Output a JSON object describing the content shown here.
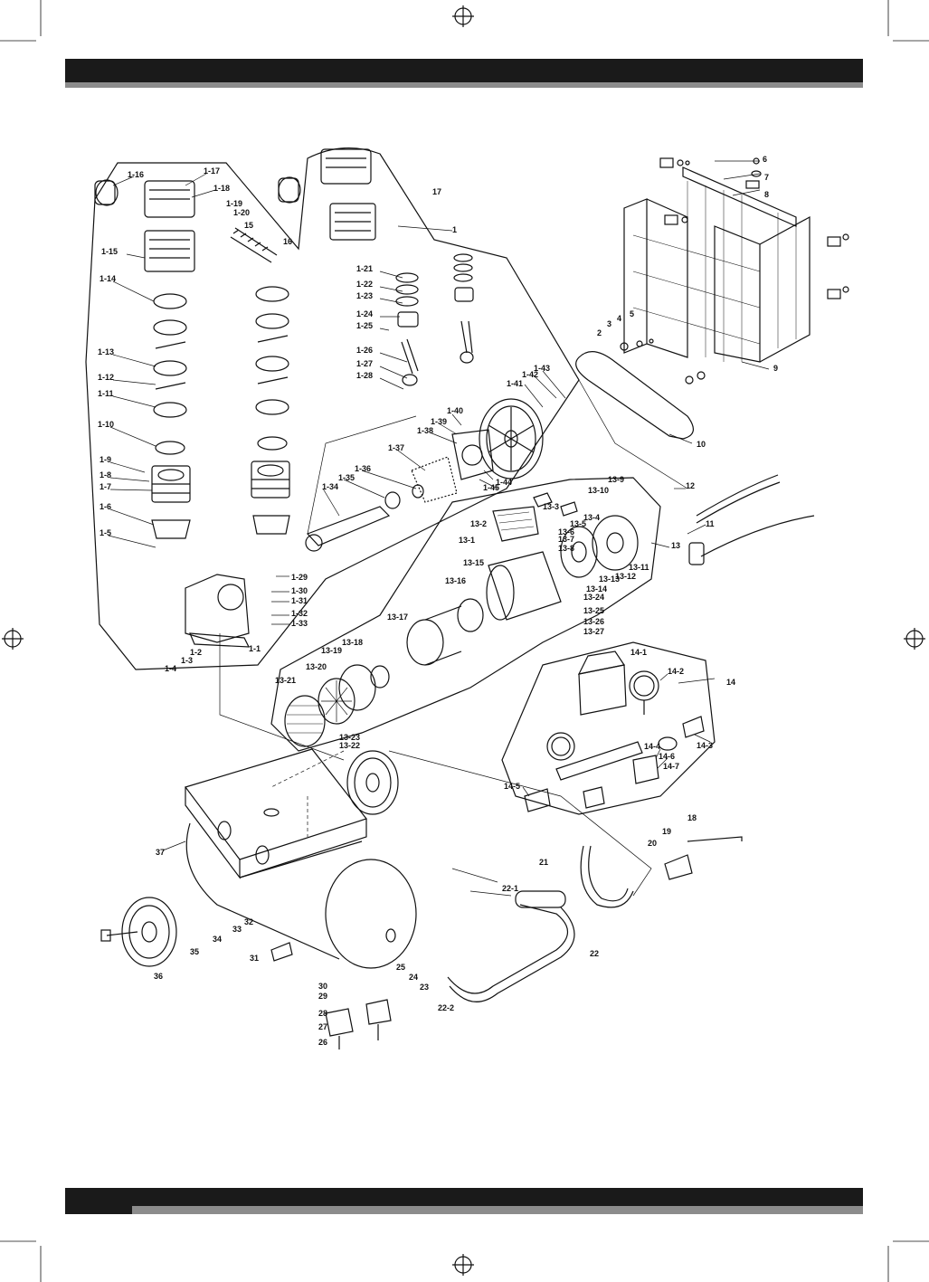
{
  "page": {
    "background": "#ffffff",
    "bar_color": "#1a1a1a",
    "bar_shadow_color": "#8c8c8c"
  },
  "callouts": [
    {
      "id": "c-1-16",
      "text": "1-16"
    },
    {
      "id": "c-1-17",
      "text": "1-17"
    },
    {
      "id": "c-1-18",
      "text": "1-18"
    },
    {
      "id": "c-1-19",
      "text": "1-19"
    },
    {
      "id": "c-1-20",
      "text": "1-20"
    },
    {
      "id": "c-15",
      "text": "15"
    },
    {
      "id": "c-16",
      "text": "16"
    },
    {
      "id": "c-17",
      "text": "17"
    },
    {
      "id": "c-1",
      "text": "1"
    },
    {
      "id": "c-1-15",
      "text": "1-15"
    },
    {
      "id": "c-1-14",
      "text": "1-14"
    },
    {
      "id": "c-1-13",
      "text": "1-13"
    },
    {
      "id": "c-1-12",
      "text": "1-12"
    },
    {
      "id": "c-1-11",
      "text": "1-11"
    },
    {
      "id": "c-1-10",
      "text": "1-10"
    },
    {
      "id": "c-1-9",
      "text": "1-9"
    },
    {
      "id": "c-1-8",
      "text": "1-8"
    },
    {
      "id": "c-1-7",
      "text": "1-7"
    },
    {
      "id": "c-1-6",
      "text": "1-6"
    },
    {
      "id": "c-1-5",
      "text": "1-5"
    },
    {
      "id": "c-1-4",
      "text": "1-4"
    },
    {
      "id": "c-1-3",
      "text": "1-3"
    },
    {
      "id": "c-1-2",
      "text": "1-2"
    },
    {
      "id": "c-1-1",
      "text": "1-1"
    },
    {
      "id": "c-1-21",
      "text": "1-21"
    },
    {
      "id": "c-1-22",
      "text": "1-22"
    },
    {
      "id": "c-1-23",
      "text": "1-23"
    },
    {
      "id": "c-1-24",
      "text": "1-24"
    },
    {
      "id": "c-1-25",
      "text": "1-25"
    },
    {
      "id": "c-1-26",
      "text": "1-26"
    },
    {
      "id": "c-1-27",
      "text": "1-27"
    },
    {
      "id": "c-1-28",
      "text": "1-28"
    },
    {
      "id": "c-1-29",
      "text": "1-29"
    },
    {
      "id": "c-1-30",
      "text": "1-30"
    },
    {
      "id": "c-1-31",
      "text": "1-31"
    },
    {
      "id": "c-1-32",
      "text": "1-32"
    },
    {
      "id": "c-1-33",
      "text": "1-33"
    },
    {
      "id": "c-1-34",
      "text": "1-34"
    },
    {
      "id": "c-1-35",
      "text": "1-35"
    },
    {
      "id": "c-1-36",
      "text": "1-36"
    },
    {
      "id": "c-1-37",
      "text": "1-37"
    },
    {
      "id": "c-1-38",
      "text": "1-38"
    },
    {
      "id": "c-1-39",
      "text": "1-39"
    },
    {
      "id": "c-1-40",
      "text": "1-40"
    },
    {
      "id": "c-1-41",
      "text": "1-41"
    },
    {
      "id": "c-1-42",
      "text": "1-42"
    },
    {
      "id": "c-1-43",
      "text": "1-43"
    },
    {
      "id": "c-1-44",
      "text": "1-44"
    },
    {
      "id": "c-1-45",
      "text": "1-45"
    },
    {
      "id": "c-2",
      "text": "2"
    },
    {
      "id": "c-3",
      "text": "3"
    },
    {
      "id": "c-4",
      "text": "4"
    },
    {
      "id": "c-5",
      "text": "5"
    },
    {
      "id": "c-6",
      "text": "6"
    },
    {
      "id": "c-7",
      "text": "7"
    },
    {
      "id": "c-8",
      "text": "8"
    },
    {
      "id": "c-9",
      "text": "9"
    },
    {
      "id": "c-10",
      "text": "10"
    },
    {
      "id": "c-11",
      "text": "11"
    },
    {
      "id": "c-12",
      "text": "12"
    },
    {
      "id": "c-13",
      "text": "13"
    },
    {
      "id": "c-13-1",
      "text": "13-1"
    },
    {
      "id": "c-13-2",
      "text": "13-2"
    },
    {
      "id": "c-13-3",
      "text": "13-3"
    },
    {
      "id": "c-13-4",
      "text": "13-4"
    },
    {
      "id": "c-13-5",
      "text": "13-5"
    },
    {
      "id": "c-13-6",
      "text": "13-6"
    },
    {
      "id": "c-13-7",
      "text": "13-7"
    },
    {
      "id": "c-13-8",
      "text": "13-8"
    },
    {
      "id": "c-13-9",
      "text": "13-9"
    },
    {
      "id": "c-13-10",
      "text": "13-10"
    },
    {
      "id": "c-13-11",
      "text": "13-11"
    },
    {
      "id": "c-13-12",
      "text": "13-12"
    },
    {
      "id": "c-13-13",
      "text": "13-13"
    },
    {
      "id": "c-13-14",
      "text": "13-14"
    },
    {
      "id": "c-13-15",
      "text": "13-15"
    },
    {
      "id": "c-13-16",
      "text": "13-16"
    },
    {
      "id": "c-13-17",
      "text": "13-17"
    },
    {
      "id": "c-13-18",
      "text": "13-18"
    },
    {
      "id": "c-13-19",
      "text": "13-19"
    },
    {
      "id": "c-13-20",
      "text": "13-20"
    },
    {
      "id": "c-13-21",
      "text": "13-21"
    },
    {
      "id": "c-13-22",
      "text": "13-22"
    },
    {
      "id": "c-13-23",
      "text": "13-23"
    },
    {
      "id": "c-13-24",
      "text": "13-24"
    },
    {
      "id": "c-13-25",
      "text": "13-25"
    },
    {
      "id": "c-13-26",
      "text": "13-26"
    },
    {
      "id": "c-13-27",
      "text": "13-27"
    },
    {
      "id": "c-14",
      "text": "14"
    },
    {
      "id": "c-14-1",
      "text": "14-1"
    },
    {
      "id": "c-14-2",
      "text": "14-2"
    },
    {
      "id": "c-14-3",
      "text": "14-3"
    },
    {
      "id": "c-14-4",
      "text": "14-4"
    },
    {
      "id": "c-14-5",
      "text": "14-5"
    },
    {
      "id": "c-14-6",
      "text": "14-6"
    },
    {
      "id": "c-14-7",
      "text": "14-7"
    },
    {
      "id": "c-18",
      "text": "18"
    },
    {
      "id": "c-19",
      "text": "19"
    },
    {
      "id": "c-20",
      "text": "20"
    },
    {
      "id": "c-21",
      "text": "21"
    },
    {
      "id": "c-22",
      "text": "22"
    },
    {
      "id": "c-22-1",
      "text": "22-1"
    },
    {
      "id": "c-22-2",
      "text": "22-2"
    },
    {
      "id": "c-23",
      "text": "23"
    },
    {
      "id": "c-24",
      "text": "24"
    },
    {
      "id": "c-25",
      "text": "25"
    },
    {
      "id": "c-26",
      "text": "26"
    },
    {
      "id": "c-27",
      "text": "27"
    },
    {
      "id": "c-28",
      "text": "28"
    },
    {
      "id": "c-29",
      "text": "29"
    },
    {
      "id": "c-30",
      "text": "30"
    },
    {
      "id": "c-31",
      "text": "31"
    },
    {
      "id": "c-32",
      "text": "32"
    },
    {
      "id": "c-33",
      "text": "33"
    },
    {
      "id": "c-34",
      "text": "34"
    },
    {
      "id": "c-35",
      "text": "35"
    },
    {
      "id": "c-36",
      "text": "36"
    },
    {
      "id": "c-37",
      "text": "37"
    }
  ]
}
